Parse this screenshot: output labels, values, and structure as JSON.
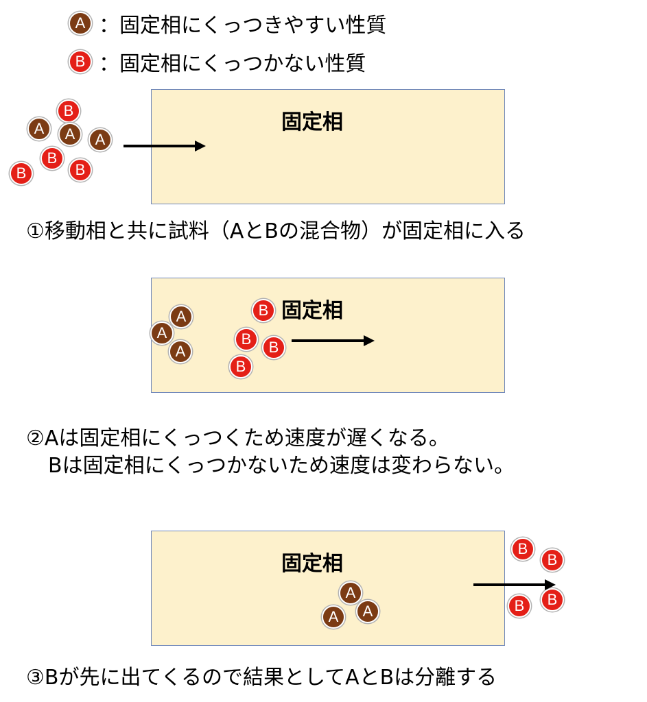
{
  "legend": {
    "a": {
      "badge": "A",
      "text": "：固定相にくっつきやすい性質"
    },
    "b": {
      "badge": "B",
      "text": "：固定相にくっつかない性質"
    }
  },
  "stationary_phase_label": "固定相",
  "steps": [
    {
      "caption": "①移動相と共に試料（AとBの混合物）が固定相に入る"
    },
    {
      "caption": "②Aは固定相にくっつくため速度が遅くなる。",
      "caption_line2": "Bは固定相にくっつかないため速度は変わらない。"
    },
    {
      "caption": "③Bが先に出てくるので結果としてAとBは分離する"
    }
  ],
  "particle_labels": {
    "a": "A",
    "b": "B"
  },
  "colors": {
    "particle_a": "#7b3b14",
    "particle_b": "#e41f17",
    "panel_fill": "#fdf1cc",
    "panel_border": "#6e86b8"
  }
}
